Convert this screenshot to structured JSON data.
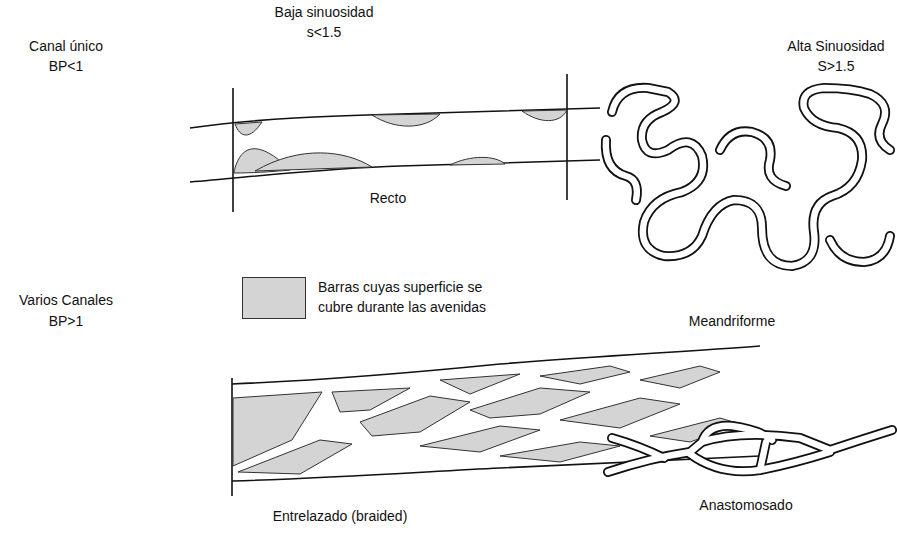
{
  "diagram": {
    "labels": [
      "Baja sinuosidad",
      "s<1.5",
      "Alta Sinuosidad",
      "S>1.5",
      "Canal único",
      "BP<1",
      "Recto",
      "Varios Canales",
      "BP>1",
      "Meandriforme",
      "Entrelazado (braided)",
      "Anastomosado"
    ],
    "legend": [
      {
        "text": "Barras cuyas superficie se cubre durante las avenidas",
        "color": "#d4d4d4"
      }
    ]
  }
}
